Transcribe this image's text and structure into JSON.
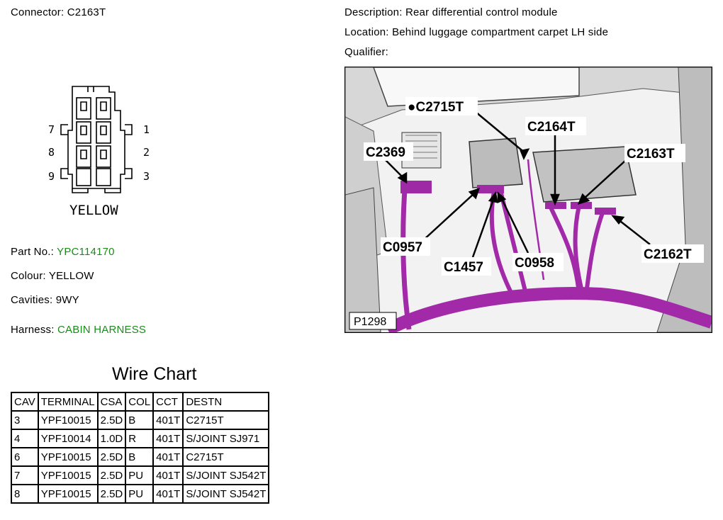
{
  "connector": {
    "label": "Connector:",
    "value": "C2163T"
  },
  "description": {
    "label": "Description:",
    "value": "Rear differential control module"
  },
  "location": {
    "label": "Location:",
    "value": "Behind luggage compartment carpet LH side"
  },
  "qualifier": {
    "label": "Qualifier:",
    "value": ""
  },
  "diagram": {
    "pins_left": [
      "7",
      "8",
      "9"
    ],
    "pins_right": [
      "1",
      "2",
      "3"
    ],
    "colour_caption": "YELLOW"
  },
  "photo": {
    "callouts": [
      "●C2715T",
      "C2369",
      "C2164T",
      "C2163T",
      "C0957",
      "C1457",
      "C0958",
      "C2162T",
      "P1298"
    ]
  },
  "part_no": {
    "label": "Part No.:",
    "value": "YPC114170"
  },
  "colour": {
    "label": "Colour:",
    "value": "YELLOW"
  },
  "cavities": {
    "label": "Cavities:",
    "value": "9WY"
  },
  "harness": {
    "label": "Harness:",
    "value": "CABIN HARNESS"
  },
  "wire_chart": {
    "title": "Wire Chart",
    "headers": [
      "CAV",
      "TERMINAL",
      "CSA",
      "COL",
      "CCT",
      "DESTN"
    ],
    "rows": [
      [
        "3",
        "YPF10015",
        "2.5D",
        "B",
        "401T",
        "C2715T"
      ],
      [
        "4",
        "YPF10014",
        "1.0D",
        "R",
        "401T",
        "S/JOINT SJ971"
      ],
      [
        "6",
        "YPF10015",
        "2.5D",
        "B",
        "401T",
        "C2715T"
      ],
      [
        "7",
        "YPF10015",
        "2.5D",
        "PU",
        "401T",
        "S/JOINT SJ542T"
      ],
      [
        "8",
        "YPF10015",
        "2.5D",
        "PU",
        "401T",
        "S/JOINT SJ542T"
      ]
    ]
  }
}
